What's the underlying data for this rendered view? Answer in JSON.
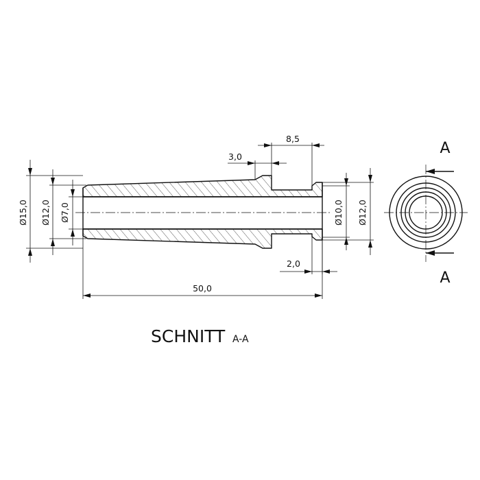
{
  "dimensions": {
    "d_outer_left": "Ø15,0",
    "d_body_left": "Ø12,0",
    "d_bore": "Ø7,0",
    "d_inner_right": "Ø10,0",
    "d_outer_right": "Ø12,0",
    "len_3": "3,0",
    "len_8_5": "8,5",
    "len_2": "2,0",
    "len_total": "50,0"
  },
  "section_marker": {
    "top": "A",
    "bottom": "A"
  },
  "title": {
    "main": "SCHNITT",
    "sub": "A-A"
  }
}
